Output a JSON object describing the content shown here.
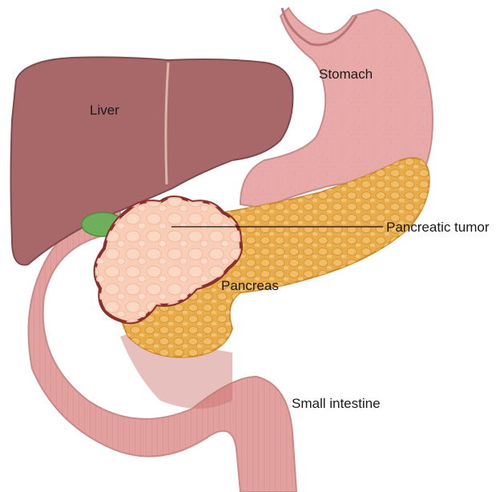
{
  "labels": {
    "stomach": "Stomach",
    "liver": "Liver",
    "pancreatic_tumor": "Pancreatic tumor",
    "pancreas": "Pancreas",
    "small_intestine": "Small intestine"
  },
  "colors": {
    "liver": "#a8686a",
    "stomach": "#e7aaa8",
    "intestine": "#e2a19f",
    "pancreas": "#e9ac4a",
    "tumor": "#f9cdb6",
    "tumor_outline": "#8a2f2a",
    "gallbladder": "#6fae5a"
  }
}
